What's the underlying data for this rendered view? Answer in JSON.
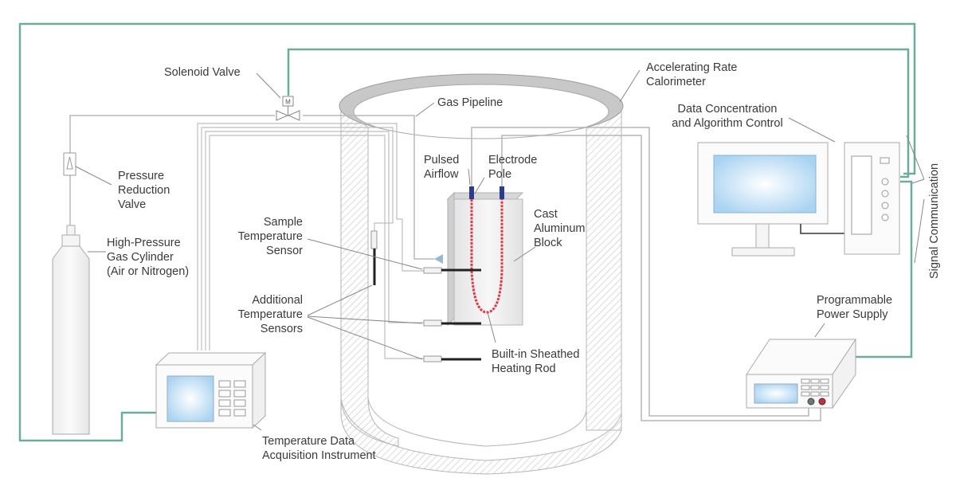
{
  "diagram": {
    "type": "experimental-setup-schematic",
    "colors": {
      "signal_line": "#6aae98",
      "pipe": "#b8b8b8",
      "heating_rod": "#e03a4a",
      "electrode": "#2a3c8f",
      "screen": "#bfe0f7",
      "hatch": "#c8c8c8",
      "power_terminal_neg": "#6b7a72",
      "power_terminal_pos": "#b3353f"
    },
    "labels": {
      "solenoid_valve": [
        "Solenoid Valve"
      ],
      "gas_pipeline": [
        "Gas Pipeline"
      ],
      "accelerating_rate_calorimeter": [
        "Accelerating Rate",
        "Calorimeter"
      ],
      "data_concentration": [
        "Data Concentration",
        "and Algorithm Control"
      ],
      "pressure_reduction_valve": [
        "Pressure",
        "Reduction",
        "Valve"
      ],
      "gas_cylinder": [
        "High-Pressure",
        "Gas Cylinder",
        "(Air or Nitrogen)"
      ],
      "pulsed_airflow": [
        "Pulsed",
        "Airflow"
      ],
      "electrode_pole": [
        "Electrode",
        "Pole"
      ],
      "cast_aluminum_block": [
        "Cast",
        "Aluminum",
        "Block"
      ],
      "sample_temperature_sensor": [
        "Sample",
        "Temperature",
        "Sensor"
      ],
      "additional_temperature_sensors": [
        "Additional",
        "Temperature",
        "Sensors"
      ],
      "heating_rod": [
        "Built-in Sheathed",
        "Heating Rod"
      ],
      "temperature_daq": [
        "Temperature Data",
        "Acquisition Instrument"
      ],
      "programmable_power_supply": [
        "Programmable",
        "Power Supply"
      ],
      "signal_communication": [
        "Signal Communication"
      ]
    },
    "icons": {
      "solenoid_valve_glyph": "M"
    }
  }
}
